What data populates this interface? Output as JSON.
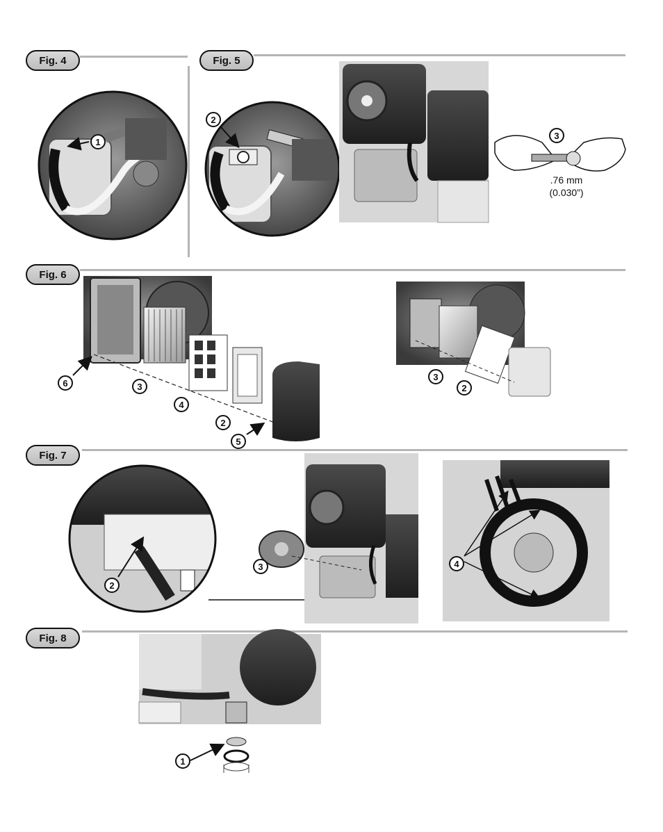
{
  "figures": {
    "fig4": {
      "label": "Fig. 4",
      "callouts": [
        "1"
      ]
    },
    "fig5": {
      "label": "Fig. 5",
      "callouts": [
        "2",
        "3"
      ],
      "gap_value": ".76 mm",
      "gap_value_imperial": "(0.030”)"
    },
    "fig6": {
      "label": "Fig. 6",
      "callouts": [
        "6",
        "3",
        "4",
        "2",
        "5",
        "3",
        "2"
      ]
    },
    "fig7": {
      "label": "Fig. 7",
      "callouts": [
        "2",
        "3",
        "4"
      ]
    },
    "fig8": {
      "label": "Fig. 8",
      "callouts": [
        "1"
      ]
    }
  },
  "colors": {
    "rule": "#b5b5b5",
    "tag_fill": "#cfcfcf",
    "ink": "#111111"
  }
}
